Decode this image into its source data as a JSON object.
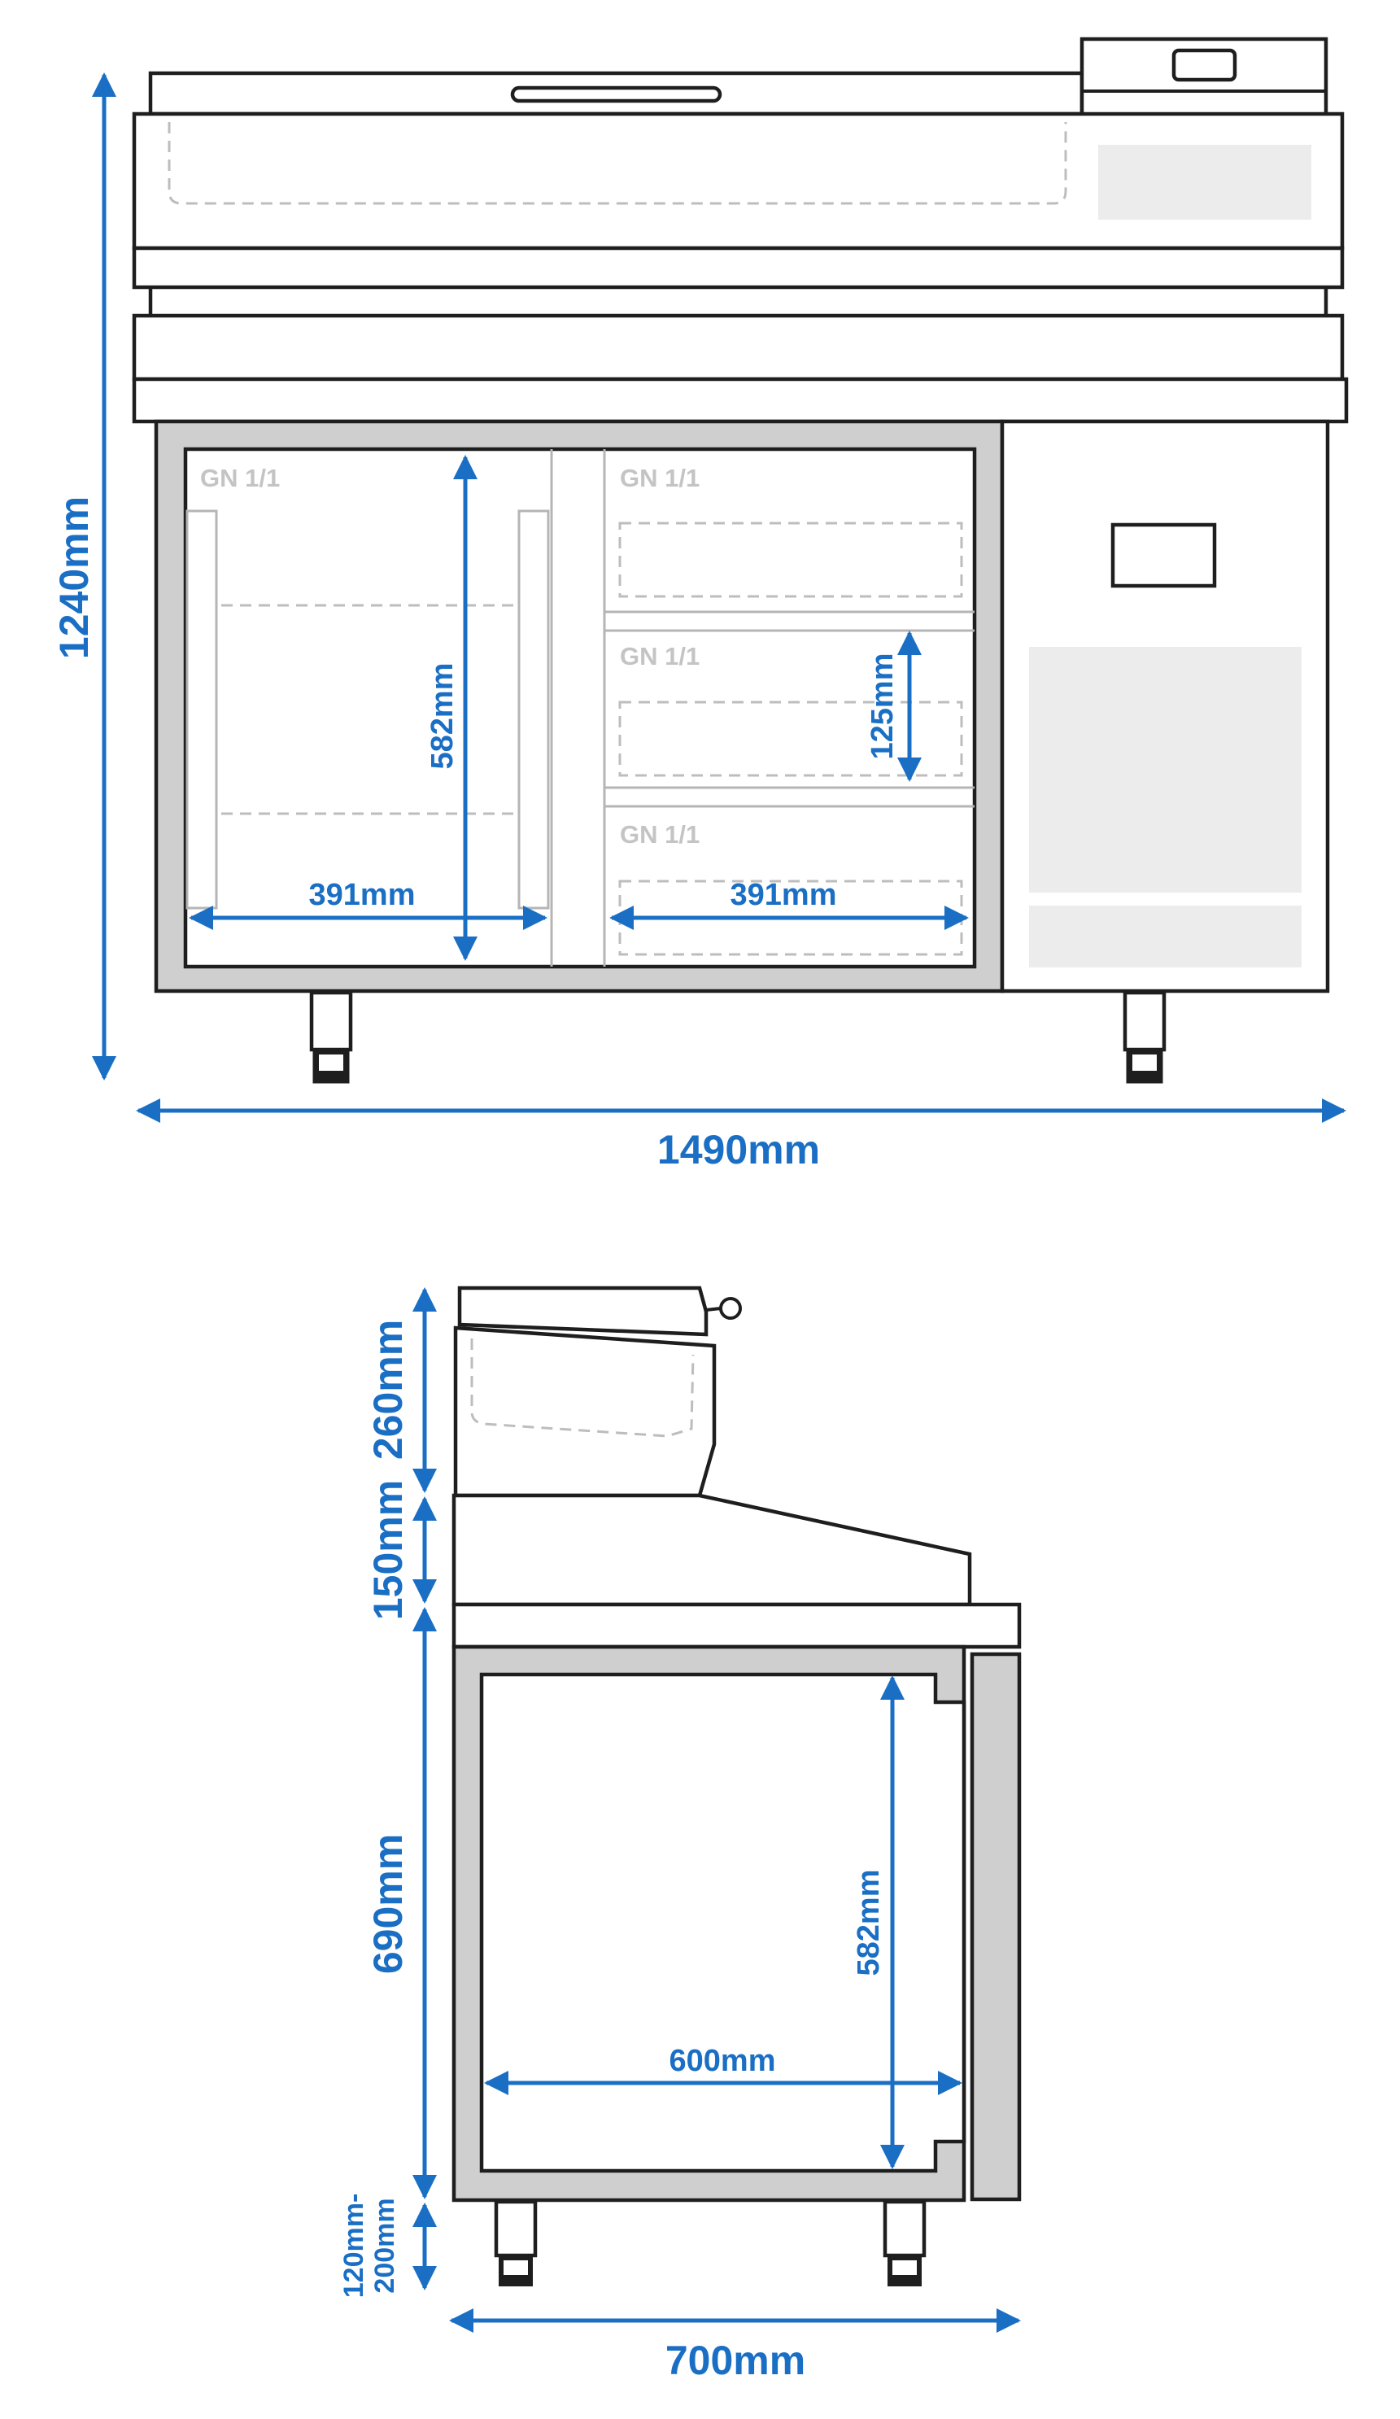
{
  "front_view": {
    "height_total": "1240mm",
    "width_total": "1490mm",
    "inner_height": "582mm",
    "door_width": "391mm",
    "drawer_width": "391mm",
    "drawer_height": "125mm",
    "gn_labels": [
      "GN 1/1",
      "GN 1/1",
      "GN 1/1",
      "GN 1/1"
    ]
  },
  "side_view": {
    "lid_height": "260mm",
    "topper_height": "150mm",
    "cabinet_height": "690mm",
    "leg_height_line1": "120mm-",
    "leg_height_line2": "200mm",
    "depth_total": "700mm",
    "inner_depth": "600mm",
    "inner_height": "582mm"
  },
  "colors": {
    "dimension_blue": "#1a6fc4",
    "outline": "#1e1e1e",
    "panel_gray": "#cfcfcf",
    "label_gray": "#c4c4c4"
  }
}
